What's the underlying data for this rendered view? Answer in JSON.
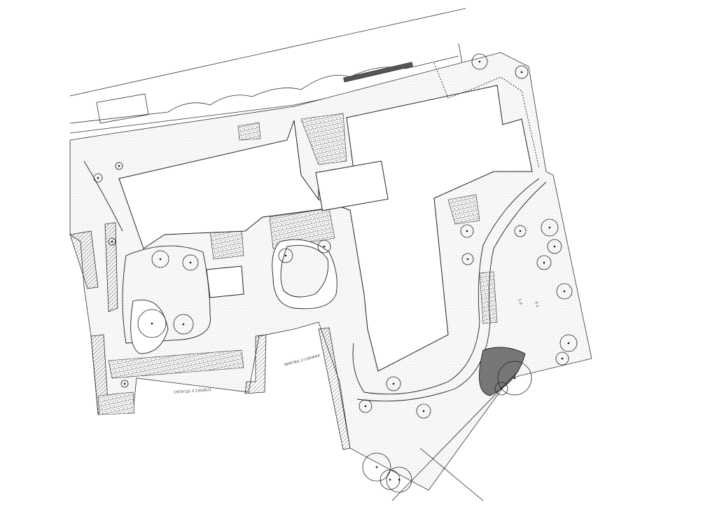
{
  "drawing": {
    "labels": [
      {
        "id": "existing-building-label-a",
        "text": "1ЯТИ'ЦS 2'1ЭDИU3"
      },
      {
        "id": "existing-building-label-b",
        "text": "ЗИЯТИЦ 2'1ЭDИАЯ"
      },
      {
        "id": "path-label-a",
        "text": "1.0"
      },
      {
        "id": "path-label-b",
        "text": "0.1"
      }
    ],
    "colors": {
      "line": "#222222",
      "stipple": "#9a9a9a",
      "background": "#ffffff"
    }
  }
}
